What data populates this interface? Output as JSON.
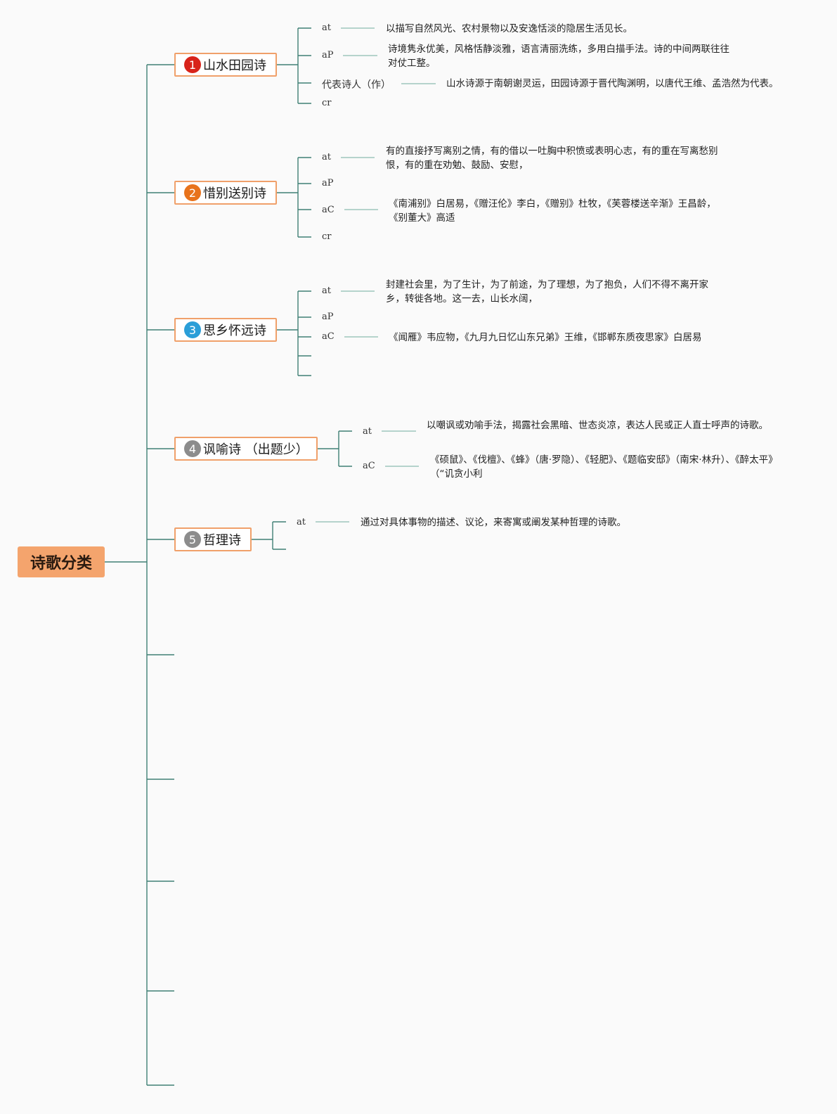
{
  "root": {
    "label": "诗歌分类"
  },
  "categories": [
    {
      "num": "1",
      "label": "山水田园诗",
      "branches": [
        {
          "label": "at",
          "text": "以描写自然风光、农村景物以及安逸恬淡的隐居生活见长。"
        },
        {
          "label": "aP",
          "text": "诗境隽永优美，风格恬静淡雅，语言清丽洗练，多用白描手法。诗的中间两联往往对仗工整。"
        },
        {
          "label": "代表诗人（作）",
          "text": "山水诗源于南朝谢灵运，田园诗源于晋代陶渊明，以唐代王维、孟浩然为代表。"
        },
        {
          "label": "cr",
          "text": ""
        }
      ]
    },
    {
      "num": "2",
      "label": "惜别送别诗",
      "branches": [
        {
          "label": "at",
          "text": "有的直接抒写离别之情，有的借以一吐胸中积愤或表明心志，有的重在写离愁别恨，有的重在劝勉、鼓励、安慰，"
        },
        {
          "label": "aP",
          "text": ""
        },
        {
          "label": "aC",
          "text": "《南浦别》白居易，《赠汪伦》李白，《赠别》杜牧，《芙蓉楼送辛渐》王昌龄，《别董大》高适"
        },
        {
          "label": "cr",
          "text": ""
        }
      ]
    },
    {
      "num": "3",
      "label": "思乡怀远诗",
      "branches": [
        {
          "label": "at",
          "text": "封建社会里，为了生计，为了前途，为了理想，为了抱负，人们不得不离开家乡，转徙各地。这一去，山长水阔，"
        },
        {
          "label": "aP",
          "text": ""
        },
        {
          "label": "aC",
          "text": "《闻雁》韦应物，《九月九日忆山东兄弟》王维，《邯郸东质夜思家》白居易"
        },
        {
          "label": "",
          "text": ""
        },
        {
          "label": "",
          "text": ""
        }
      ]
    },
    {
      "num": "4",
      "label": "讽喻诗 （出题少）",
      "branches": [
        {
          "label": "at",
          "text": "以嘲讽或劝喻手法，揭露社会黑暗、世态炎凉，表达人民或正人直士呼声的诗歌。"
        },
        {
          "label": "aC",
          "text": "《硕鼠》、《伐檀》、《蜂》（唐·罗隐）、《轻肥》、《题临安邸》（南宋·林升）、《醉太平》（“讥贪小利"
        }
      ]
    },
    {
      "num": "5",
      "label": "哲理诗",
      "branches": [
        {
          "label": "at",
          "text": "通过对具体事物的描述、议论，来寄寓或阐发某种哲理的诗歌。"
        },
        {
          "label": "",
          "text": ""
        }
      ]
    }
  ]
}
